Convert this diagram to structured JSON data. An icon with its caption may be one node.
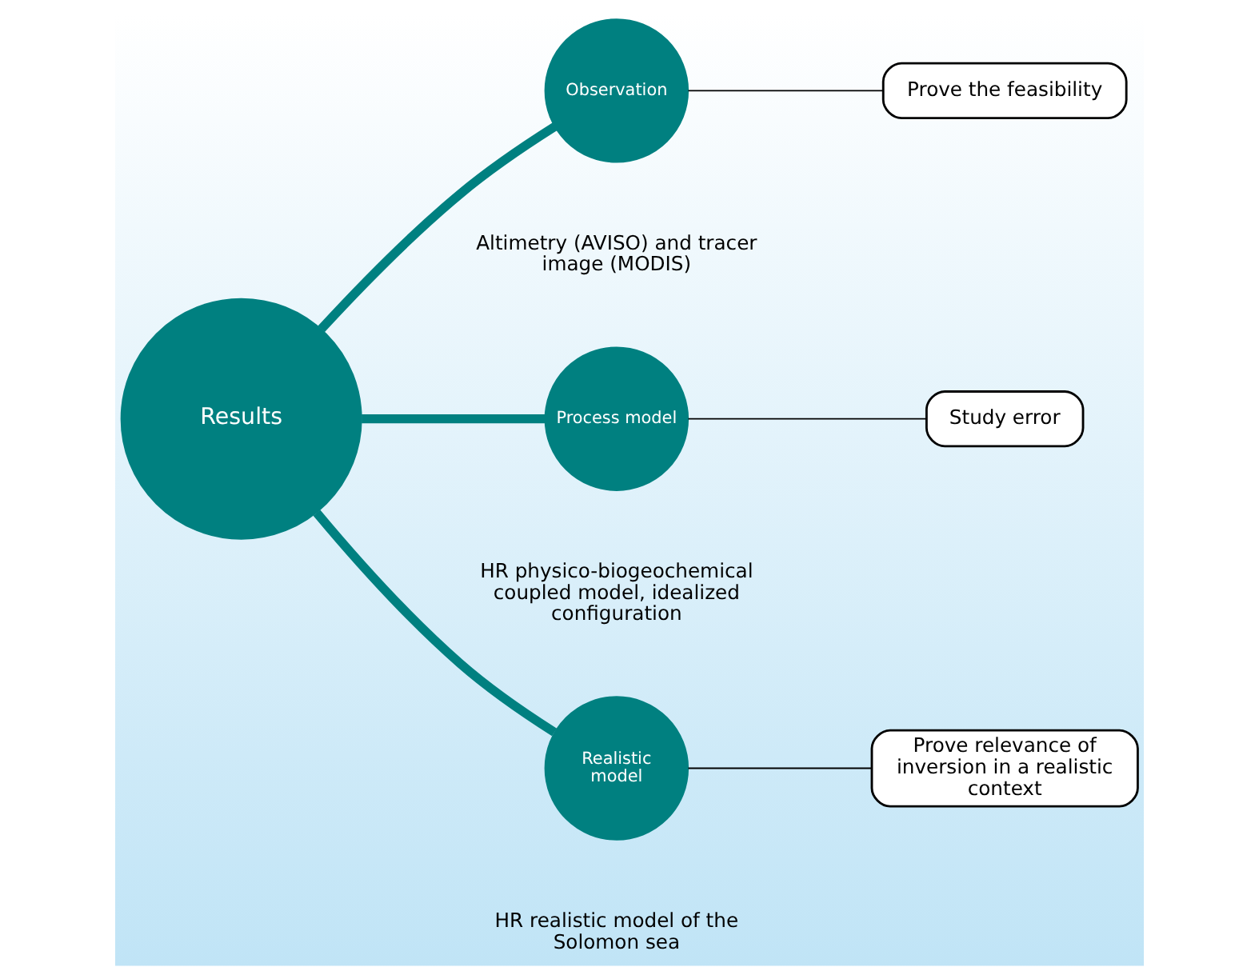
{
  "diagram": {
    "nodes": [
      {
        "text": [
          "Results"
        ]
      },
      {
        "text": [
          "Observation"
        ],
        "beside": [
          "Altimetry (AVISO) and tracer image (MODIS)"
        ]
      },
      {
        "text": [
          "Prove the feasibility"
        ]
      },
      {
        "text": [
          "Process model"
        ],
        "beside": [
          "HR physico-biogeochemical coupled model, idealized configuration"
        ]
      },
      {
        "text": [
          "Study error"
        ]
      },
      {
        "text": [
          "Realistic model"
        ],
        "beside": [
          "HR realistic model of the Solomon sea"
        ]
      },
      {
        "text": [
          "Prove relevance of inversion in a realistic context"
        ]
      }
    ],
    "edges": [
      {
        "from": 0,
        "to": 1,
        "arrow": "none",
        "style": "thick",
        "color": "#008080"
      },
      {
        "from": 0,
        "to": 3,
        "arrow": "none",
        "style": "thick",
        "color": "#008080"
      },
      {
        "from": 0,
        "to": 5,
        "arrow": "none",
        "style": "thick",
        "color": "#008080"
      },
      {
        "from": 1,
        "to": 2,
        "arrow": "none",
        "color": "#000000"
      },
      {
        "from": 3,
        "to": 4,
        "arrow": "none",
        "color": "#000000"
      },
      {
        "from": 5,
        "to": 6,
        "arrow": "none",
        "color": "#000000"
      }
    ]
  }
}
